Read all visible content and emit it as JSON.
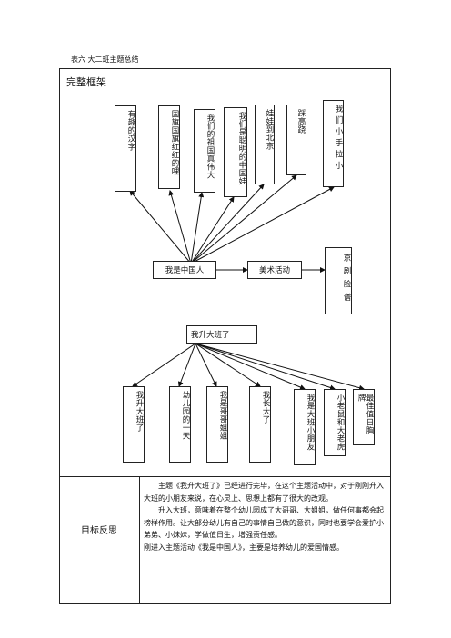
{
  "caption": "表六 大二班主题总结",
  "framework_title": "完整框架",
  "theme1": {
    "center": "我是中国人",
    "branches": [
      "有趣的汉字",
      "国旗国旗红红的哩",
      "我们的祖国真伟大",
      "我们是聪明的中国娃",
      "娃娃到北京",
      "踩高跷",
      "我们小手拉小"
    ],
    "art_activity": "美术活动",
    "opera": "京剧脸谱"
  },
  "theme2": {
    "center": "我升大班了",
    "branches": [
      "我升大班了",
      "幼儿园的一天",
      "我是哥哥姐姐",
      "我长大了",
      "我是大班小朋友",
      "小老鼠和大老虎",
      "最佳值日胸牌"
    ]
  },
  "reflection": {
    "label": "目标反思",
    "paragraphs": [
      "主题《我升大班了》已经进行完毕，在这个主题活动中，对于刚刚升入大班的小朋友来说，在心灵上、思想上都有了很大的改观。",
      "升入大班，意味着在整个幼儿园成了大哥哥、大姐姐，做任何事都会起榜样作用。让大部分幼儿有自己的事情自己做的意识，同时也要学会爱护小弟弟、小妹妹，学做值日生，增强责任感。",
      "刚进入主题活动《我是中国人》，主要是培养幼儿的爱国情感。"
    ]
  }
}
